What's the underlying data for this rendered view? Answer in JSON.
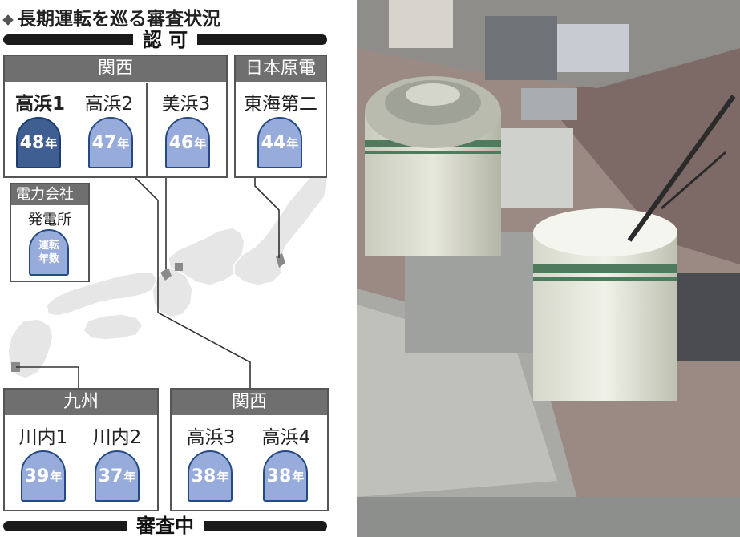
{
  "title": "長期運転を巡る審査状況",
  "sections": {
    "approved": "認 可",
    "under_review": "審査中"
  },
  "groups": {
    "kansai_top": {
      "name": "関西",
      "plants": [
        {
          "name": "高浜1",
          "years": "48",
          "unit": "年",
          "highlight": true
        },
        {
          "name": "高浜2",
          "years": "47",
          "unit": "年",
          "highlight": false
        },
        {
          "name": "美浜3",
          "years": "46",
          "unit": "年",
          "highlight": false
        }
      ]
    },
    "japc": {
      "name": "日本原電",
      "plants": [
        {
          "name": "東海第二",
          "years": "44",
          "unit": "年",
          "highlight": false
        }
      ]
    },
    "kyushu": {
      "name": "九州",
      "plants": [
        {
          "name": "川内1",
          "years": "39",
          "unit": "年",
          "highlight": false
        },
        {
          "name": "川内2",
          "years": "37",
          "unit": "年",
          "highlight": false
        }
      ]
    },
    "kansai_bottom": {
      "name": "関西",
      "plants": [
        {
          "name": "高浜3",
          "years": "38",
          "unit": "年",
          "highlight": false
        },
        {
          "name": "高浜4",
          "years": "38",
          "unit": "年",
          "highlight": false
        }
      ]
    }
  },
  "legend": {
    "company": "電力会社",
    "plant": "発電所",
    "badge_line1": "運転",
    "badge_line2": "年数"
  },
  "colors": {
    "badge_light": "#97acdb",
    "badge_dark": "#3f5f92",
    "header_gray": "#6f6f6f",
    "band_black": "#1a1a1a",
    "map_gray": "#e8e8e8",
    "site_marker": "#8a8a8a"
  }
}
